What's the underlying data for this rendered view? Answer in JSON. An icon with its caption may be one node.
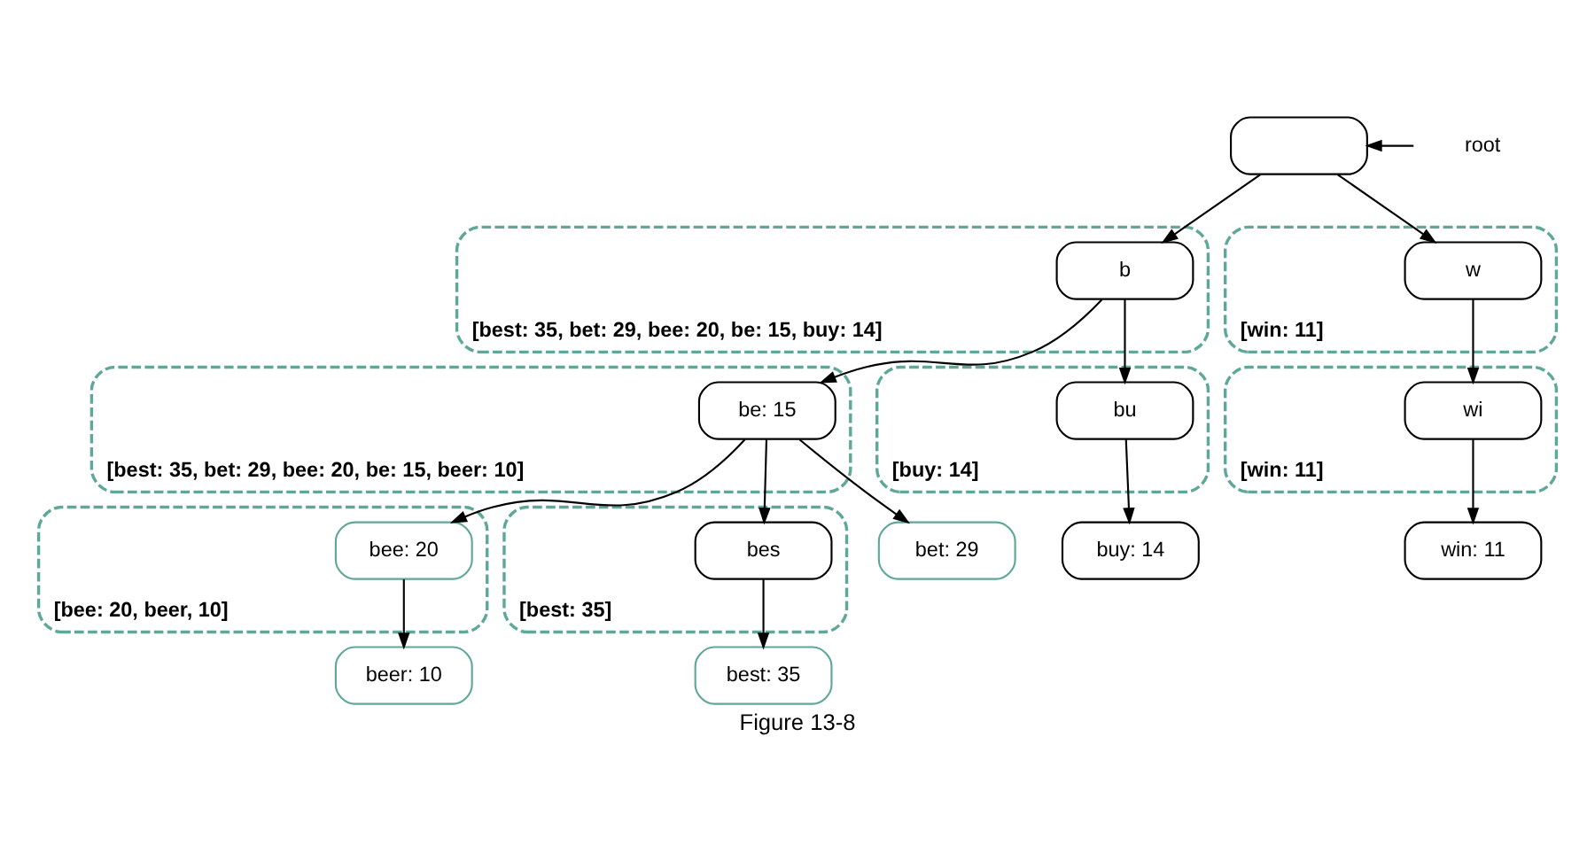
{
  "diagram": {
    "caption": "Figure 13-8",
    "nodes": [
      {
        "text": [],
        "shape": "box"
      },
      {
        "text": [
          "root"
        ]
      },
      {
        "text": [
          "[best: 35, bet: 29, bee: 20, be: 15, buy: 14]"
        ]
      },
      {
        "text": [
          "b"
        ],
        "in": 2
      },
      {
        "text": [
          "[win: 11]"
        ]
      },
      {
        "text": [
          "w"
        ],
        "in": 4
      },
      {
        "text": [
          "[best: 35, bet: 29, bee: 20, be: 15, beer: 10]"
        ]
      },
      {
        "text": [
          "be: 15"
        ],
        "in": 6
      },
      {
        "text": [
          "[buy: 14]"
        ]
      },
      {
        "text": [
          "bu"
        ],
        "in": 8
      },
      {
        "text": [
          "[win: 11]"
        ]
      },
      {
        "text": [
          "wi"
        ],
        "in": 10
      },
      {
        "text": [
          "[bee: 20, beer, 10]"
        ]
      },
      {
        "text": [
          "bee: 20"
        ],
        "in": 12
      },
      {
        "text": [
          "[best: 35]"
        ]
      },
      {
        "text": [
          "bes"
        ],
        "in": 14
      },
      {
        "text": [
          "bet: 29"
        ]
      },
      {
        "text": [
          "buy: 14"
        ]
      },
      {
        "text": [
          "win: 11"
        ]
      },
      {
        "text": [
          "beer: 10"
        ]
      },
      {
        "text": [
          "best: 35"
        ]
      }
    ],
    "edges": [
      {
        "from": 1,
        "to": 0,
        "arrow": "to"
      },
      {
        "from": 0,
        "to": 3,
        "arrow": "to"
      },
      {
        "from": 0,
        "to": 5,
        "arrow": "to"
      },
      {
        "from": 3,
        "to": 7,
        "arrow": "to"
      },
      {
        "from": 3,
        "to": 9,
        "arrow": "to"
      },
      {
        "from": 5,
        "to": 11,
        "arrow": "to"
      },
      {
        "from": 7,
        "to": 13,
        "arrow": "to"
      },
      {
        "from": 7,
        "to": 15,
        "arrow": "to"
      },
      {
        "from": 7,
        "to": 16,
        "arrow": "to"
      },
      {
        "from": 9,
        "to": 17,
        "arrow": "to"
      },
      {
        "from": 11,
        "to": 18,
        "arrow": "to"
      },
      {
        "from": 13,
        "to": 19,
        "arrow": "to"
      },
      {
        "from": 15,
        "to": 20,
        "arrow": "to"
      }
    ]
  }
}
